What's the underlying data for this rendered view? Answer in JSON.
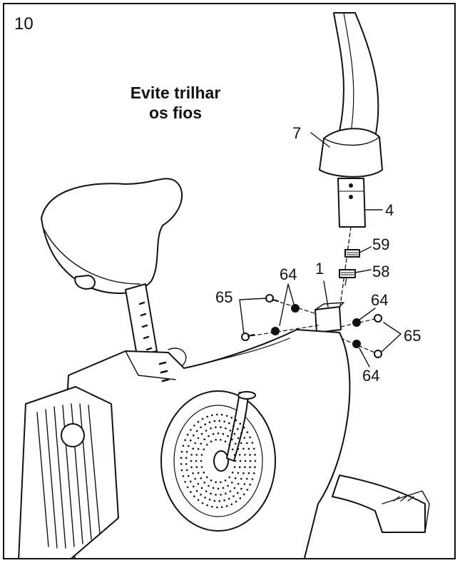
{
  "step": {
    "number": "10"
  },
  "instruction": {
    "line1": "Evite trilhar",
    "line2": "os fios"
  },
  "callouts": {
    "p7": "7",
    "p4": "4",
    "p59": "59",
    "p58": "58",
    "p1": "1",
    "p64_left": "64",
    "p65_left": "65",
    "p64_right_upper": "64",
    "p65_right": "65",
    "p64_right_lower": "64"
  }
}
